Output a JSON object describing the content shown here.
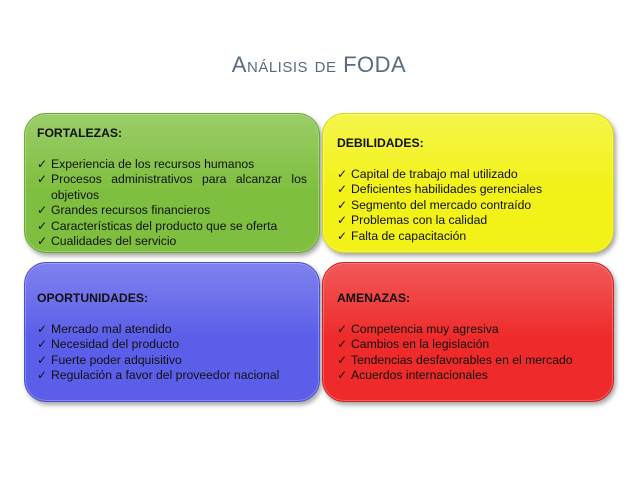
{
  "title": {
    "first_letter": "A",
    "rest": "nálisis de ",
    "emph": "FODA"
  },
  "fortalezas": {
    "header": "FORTALEZAS:",
    "items": [
      "Experiencia de los recursos humanos",
      "Procesos administrativos para alcanzar los objetivos",
      "Grandes recursos financieros",
      "Características  del producto que se oferta",
      "Cualidades del servicio"
    ]
  },
  "debilidades": {
    "header": "DEBILIDADES:",
    "items": [
      "Capital de trabajo mal utilizado",
      "Deficientes habilidades gerenciales",
      "Segmento del mercado contraído",
      "Problemas con la calidad",
      "Falta de capacitación"
    ]
  },
  "oportunidades": {
    "header": "OPORTUNIDADES:",
    "items": [
      "Mercado mal atendido",
      "Necesidad del producto",
      "Fuerte poder adquisitivo",
      "Regulación a favor del proveedor nacional"
    ]
  },
  "amenazas": {
    "header": "AMENAZAS:",
    "items": [
      "Competencia muy agresiva",
      "Cambios en la legislación",
      "Tendencias desfavorables en el mercado",
      "Acuerdos internacionales"
    ]
  },
  "colors": {
    "fortalezas": "#7fbf3f",
    "debilidades": "#f2f218",
    "oportunidades": "#5b5ee8",
    "amenazas": "#ee2a2a",
    "title": "#5a6b7d"
  },
  "bullet_icon": "checkmark-icon"
}
